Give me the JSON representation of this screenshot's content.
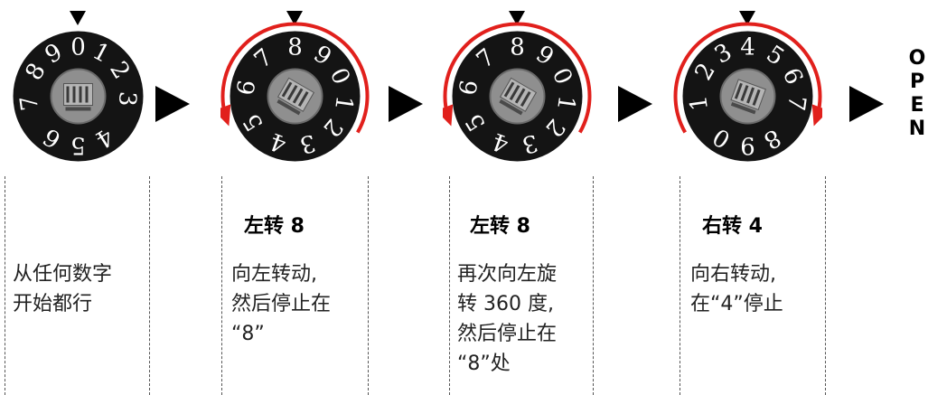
{
  "dials": [
    {
      "digits": [
        {
          "t": "0",
          "a": 0
        },
        {
          "t": "1",
          "a": 28
        },
        {
          "t": "2",
          "a": 58
        },
        {
          "t": "3",
          "a": 93
        },
        {
          "t": "4",
          "a": 148
        },
        {
          "t": "5",
          "a": 180
        },
        {
          "t": "6",
          "a": 212
        },
        {
          "t": "7",
          "a": 262
        },
        {
          "t": "8",
          "a": 300
        },
        {
          "t": "9",
          "a": 330
        }
      ],
      "arc": null
    },
    {
      "digits": [
        {
          "t": "8",
          "a": 0
        },
        {
          "t": "9",
          "a": 34
        },
        {
          "t": "0",
          "a": 66
        },
        {
          "t": "1",
          "a": 98
        },
        {
          "t": "2",
          "a": 130
        },
        {
          "t": "3",
          "a": 165
        },
        {
          "t": "4",
          "a": 200
        },
        {
          "t": "5",
          "a": 238
        },
        {
          "t": "6",
          "a": 280
        },
        {
          "t": "7",
          "a": 320
        }
      ],
      "arc": "left"
    },
    {
      "digits": [
        {
          "t": "8",
          "a": 0
        },
        {
          "t": "9",
          "a": 34
        },
        {
          "t": "0",
          "a": 66
        },
        {
          "t": "1",
          "a": 98
        },
        {
          "t": "2",
          "a": 130
        },
        {
          "t": "3",
          "a": 165
        },
        {
          "t": "4",
          "a": 200
        },
        {
          "t": "5",
          "a": 238
        },
        {
          "t": "6",
          "a": 280
        },
        {
          "t": "7",
          "a": 320
        }
      ],
      "arc": "left"
    },
    {
      "digits": [
        {
          "t": "4",
          "a": 0
        },
        {
          "t": "5",
          "a": 34
        },
        {
          "t": "6",
          "a": 66
        },
        {
          "t": "7",
          "a": 98
        },
        {
          "t": "8",
          "a": 150
        },
        {
          "t": "9",
          "a": 180
        },
        {
          "t": "0",
          "a": 212
        },
        {
          "t": "1",
          "a": 262
        },
        {
          "t": "2",
          "a": 300
        },
        {
          "t": "3",
          "a": 330
        }
      ],
      "arc": "right"
    }
  ],
  "open_letters": [
    "O",
    "P",
    "E",
    "N"
  ],
  "steps": [
    {
      "title": "",
      "desc": "从任何数字\n开始都行"
    },
    {
      "title": "左转 8",
      "desc": "向左转动,\n然后停止在\n“8”"
    },
    {
      "title": "左转 8",
      "desc": "再次向左旋\n转 360 度,\n然后停止在\n“8”处"
    },
    {
      "title": "右转 4",
      "desc": "向右转动,\n在“4”停止"
    }
  ],
  "colors": {
    "dial": "#141414",
    "hub": "#8f8f8f",
    "arc": "#e1201c"
  },
  "icons": {
    "pointer": "down-triangle-icon",
    "next": "right-triangle-icon",
    "arc": "rotation-arrow-icon"
  }
}
